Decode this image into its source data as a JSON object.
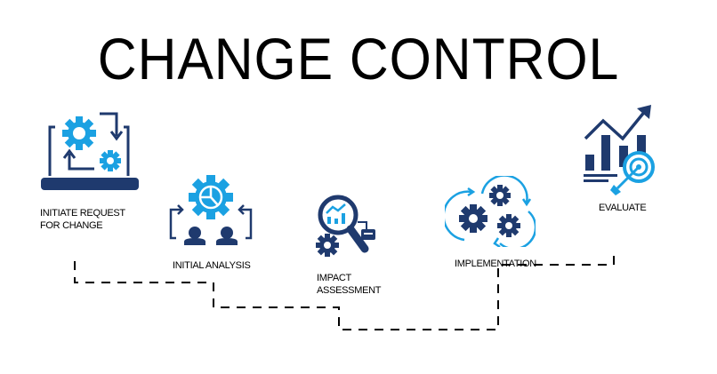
{
  "title": "CHANGE CONTROL",
  "colors": {
    "navy": "#1f3a6e",
    "blue": "#1ba1e2",
    "line": "#000000"
  },
  "steps": [
    {
      "id": 1,
      "label_lines": [
        "INITIATE REQUEST",
        "FOR CHANGE"
      ],
      "icon": "laptop-gears-icon"
    },
    {
      "id": 2,
      "label_lines": [
        "INITIAL ANALYSIS"
      ],
      "icon": "team-gear-chart-icon"
    },
    {
      "id": 3,
      "label_lines": [
        "IMPACT",
        "ASSESSMENT"
      ],
      "icon": "magnifier-chart-gear-icon"
    },
    {
      "id": 4,
      "label_lines": [
        "IMPLEMENTATION"
      ],
      "icon": "cycle-gears-icon"
    },
    {
      "id": 5,
      "label_lines": [
        "EVALUATE"
      ],
      "icon": "growth-chart-target-icon"
    }
  ]
}
